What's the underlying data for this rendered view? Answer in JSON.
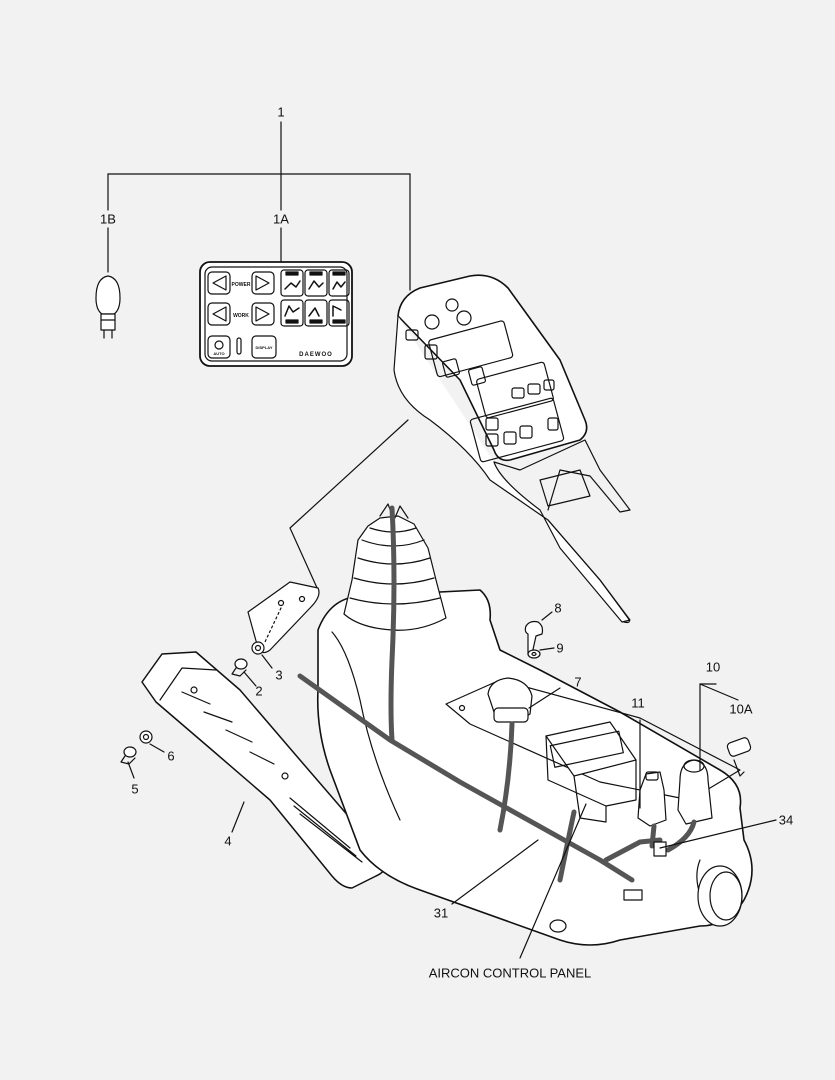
{
  "labels": {
    "l1": "1",
    "l1A": "1A",
    "l1B": "1B",
    "l2": "2",
    "l3": "3",
    "l4": "4",
    "l5": "5",
    "l6": "6",
    "l7": "7",
    "l8": "8",
    "l9": "9",
    "l10": "10",
    "l10A": "10A",
    "l11": "11",
    "l31": "31",
    "l34": "34",
    "aircon": "AIRCON CONTROL PANEL"
  },
  "panel": {
    "power": "POWER",
    "work": "WORK",
    "auto": "AUTO",
    "display": "DISPLAY",
    "brand": "DAEWOO"
  },
  "colors": {
    "background": "#f2f2f2",
    "line": "#111111",
    "harness": "#555555"
  }
}
